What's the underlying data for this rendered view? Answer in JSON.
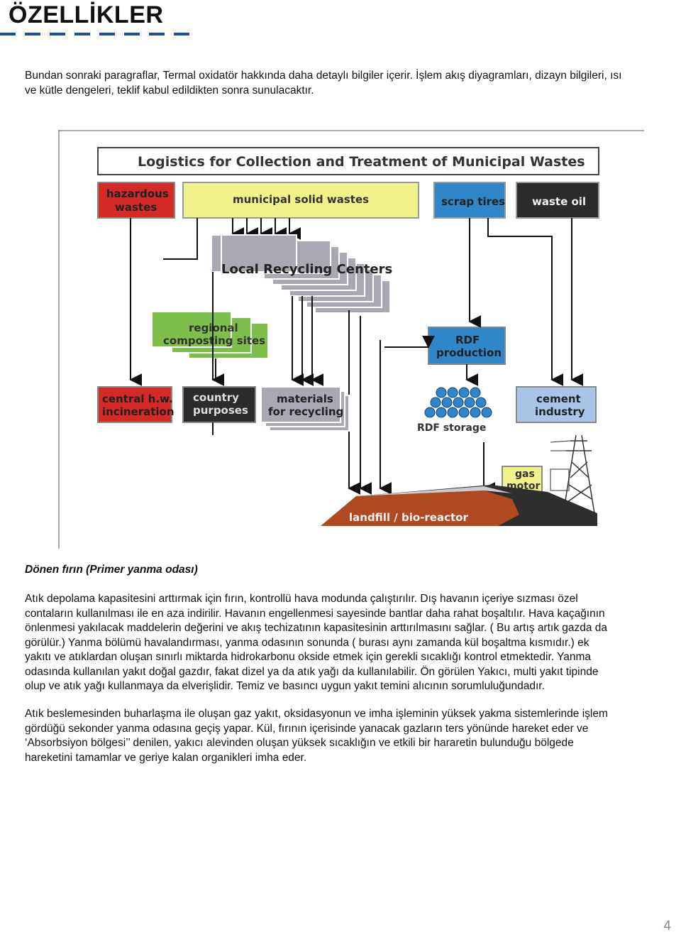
{
  "header": {
    "title": "ÖZELLİKLER"
  },
  "intro": {
    "lines": [
      "Bundan sonraki paragraflar, Termal oxidatör hakkında daha detaylı bilgiler içerir.  İşlem akış diyagramları, dizayn bilgileri, ısı",
      "ve kütle dengeleri, teklif  kabul edildikten sonra sunulacaktır."
    ]
  },
  "diagram": {
    "title": "Logistics for Collection and Treatment of Municipal Wastes",
    "sources": {
      "hazardous": [
        "hazardous",
        "wastes"
      ],
      "municipal": "municipal solid wastes",
      "scrap_tires": "scrap tires",
      "waste_oil": "waste oil"
    },
    "local_recycling": "Local Recycling Centers",
    "regional_composting": [
      "regional",
      "composting sites"
    ],
    "rdf_production": [
      "RDF",
      "production"
    ],
    "central_incineration": [
      "central h.w.",
      "incineration"
    ],
    "country_purposes": [
      "country",
      "purposes"
    ],
    "materials_recycling": [
      "materials",
      "for recycling"
    ],
    "rdf_storage": "RDF storage",
    "cement_industry": [
      "cement",
      "industry"
    ],
    "gas_motor": [
      "gas",
      "motor"
    ],
    "landfill": "landfill / bio-reactor",
    "colors": {
      "red": "#d32a25",
      "yellow": "#f2f28c",
      "blue": "#2f86c8",
      "dark": "#2b2b2b",
      "gray": "#a9a9b3",
      "green": "#7dbf4a"
    }
  },
  "section": {
    "subheading": "Dönen fırın (Primer  yanma odası)"
  },
  "body1": {
    "lines": [
      "Atık depolama kapasitesini arttırmak için fırın, kontrollü hava modunda çalıştırılır. Dış havanın içeriye sızması özel",
      "contaların kullanılması ile en aza indirilir. Havanın engellenmesi sayesinde bantlar daha rahat boşaltılır. Hava kaçağının",
      "önlenmesi yakılacak maddelerin değerini ve akış techizatının kapasitesinin  arttırılmasını sağlar. ( Bu artış artık gazda da",
      "görülür.) Yanma bölümü havalandırması, yanma odasının sonunda  ( burası aynı zamanda kül boşaltma kısmıdır.) ek",
      "yakıtı ve atıklardan oluşan sınırlı miktarda hidrokarbonu okside etmek için gerekli sıcaklığı  kontrol etmektedir. Yanma",
      "odasında kullanılan yakıt doğal gazdır, fakat dizel ya da atık yağı da kullanılabilir.  Ön görülen Yakıcı, multi yakıt tipinde",
      "olup ve atık yağı kullanmaya da  elverişlidir. Temiz ve basıncı uygun yakıt temini alıcının sorumluluğundadır."
    ]
  },
  "body2": {
    "lines": [
      "Atık beslemesinden buharlaşma ile oluşan gaz yakıt, oksidasyonun ve imha işleminin yüksek yakma sistemlerinde işlem",
      "gördüğü sekonder yanma odasına geçiş yapar. Kül, fırının içerisinde  yanacak gazların ters yönünde hareket eder  ve",
      "‘Absorbsiyon bölgesi’’ denilen, yakıcı  alevinden oluşan yüksek sıcaklığın ve etkili bir hararetin bulunduğu bölgede",
      "hareketini  tamamlar ve geriye kalan organikleri imha eder."
    ]
  },
  "footer": {
    "page_number": "4"
  }
}
